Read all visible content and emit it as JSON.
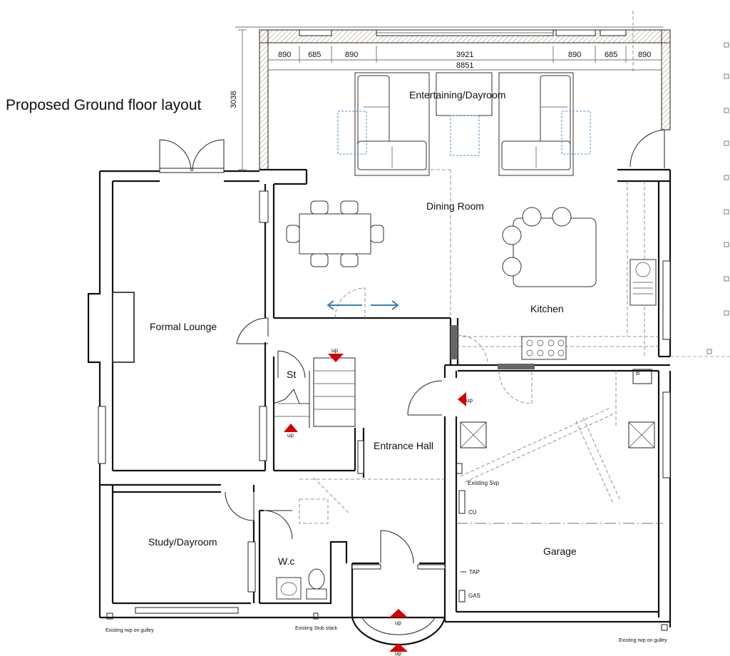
{
  "title": "Proposed Ground floor layout",
  "rooms": {
    "entertaining": "Entertaining/Dayroom",
    "dining": "Dining Room",
    "kitchen": "Kitchen",
    "lounge": "Formal Lounge",
    "hall": "Entrance Hall",
    "store": "St",
    "study": "Study/Dayroom",
    "wc": "W.c",
    "garage": "Garage"
  },
  "dimensions": {
    "d1": "890",
    "d2": "685",
    "d3": "890",
    "d4": "3921",
    "d5": "890",
    "d6": "685",
    "d7": "890",
    "overall": "8851",
    "depth": "3038"
  },
  "markers": {
    "up": "up",
    "boiler": "B",
    "cu": "CU",
    "tap": "TAP",
    "gas": "GAS"
  },
  "notes": {
    "svp": "Existing Svp",
    "rwp_left": "Existing rwp on gulley",
    "stub": "Existing Stub stack",
    "rwp_right": "Existing rwp on gulley"
  },
  "colors": {
    "arrow": "#d40000",
    "hatch": "#c8b8a0",
    "blue": "#5b8fc7"
  }
}
